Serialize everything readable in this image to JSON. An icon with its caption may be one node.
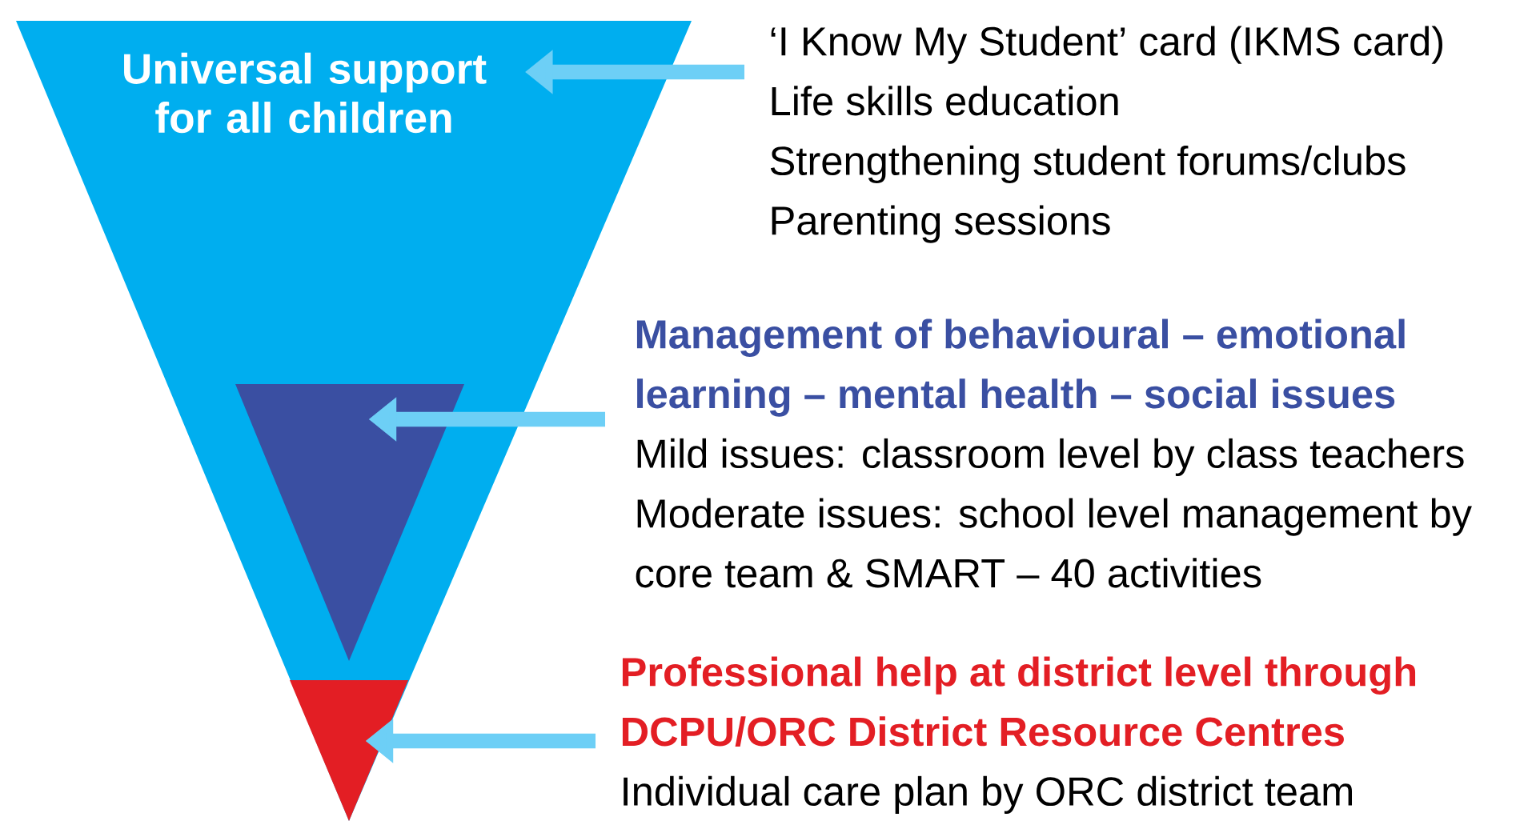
{
  "diagram": {
    "nodes": [
      {
        "text": [
          "Universal support for all children"
        ]
      },
      {
        "text": [],
        "shape": "triangle",
        "in": 0
      },
      {
        "text": [],
        "shape": "triangle",
        "in": 0
      },
      {
        "text": [
          "‘I Know My Student’ card (IKMS card)",
          "Life skills education",
          "Strengthening student forums/clubs",
          "Parenting sessions"
        ]
      },
      {
        "text": [
          "Management of behavioural – emotional learning – mental health – social issues",
          "Mild issues: classroom level by class teachers",
          "Moderate issues: school level management by core team & SMART – 40 activities"
        ]
      },
      {
        "text": [
          "Professional help at district level through DCPU/ORC District Resource Centres",
          "Individual care plan by ORC district team"
        ]
      }
    ],
    "edges": [
      {
        "from": 3,
        "to": 0,
        "arrow": "to"
      },
      {
        "from": 4,
        "to": 1,
        "arrow": "to"
      },
      {
        "from": 5,
        "to": 2,
        "arrow": "to"
      }
    ]
  }
}
